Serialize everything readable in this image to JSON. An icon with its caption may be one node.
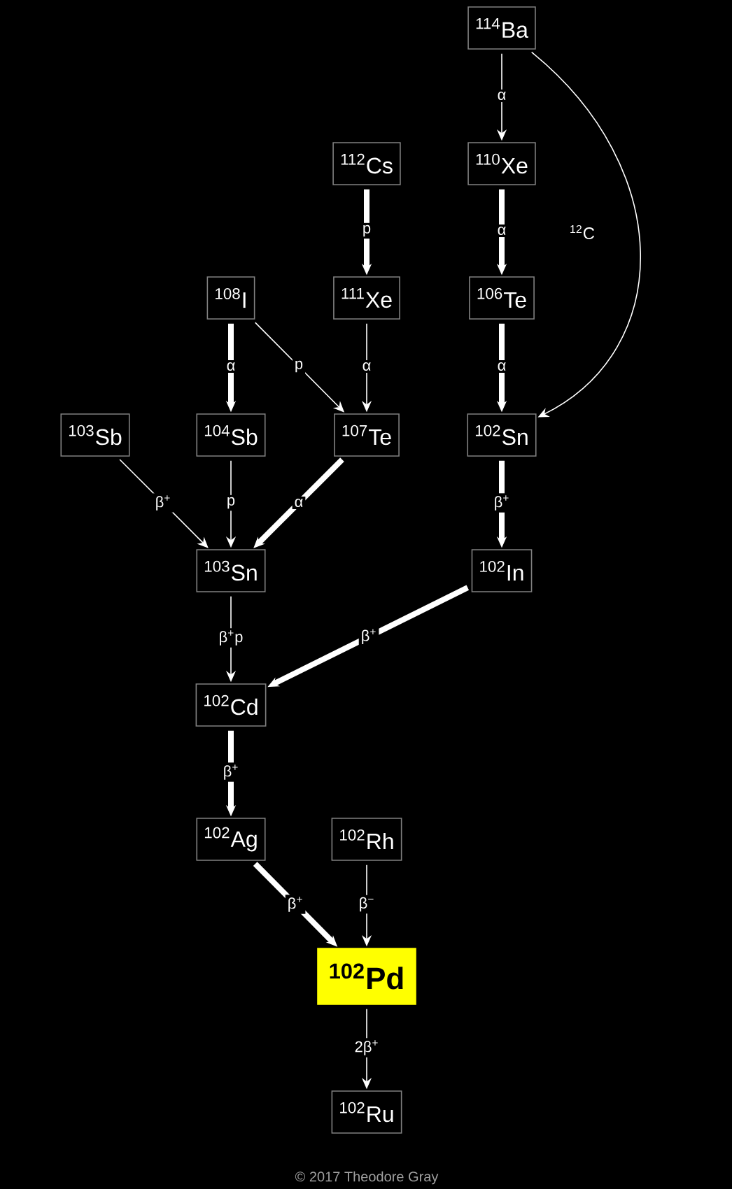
{
  "diagram": {
    "nodes": [
      {
        "text": [
          "$^{114}$Ba"
        ]
      },
      {
        "text": [
          "$^{112}$Cs"
        ]
      },
      {
        "text": [
          "$^{110}$Xe"
        ]
      },
      {
        "text": [
          "$^{108}$I"
        ]
      },
      {
        "text": [
          "$^{111}$Xe"
        ]
      },
      {
        "text": [
          "$^{106}$Te"
        ]
      },
      {
        "text": [
          "$^{103}$Sb"
        ]
      },
      {
        "text": [
          "$^{104}$Sb"
        ]
      },
      {
        "text": [
          "$^{107}$Te"
        ]
      },
      {
        "text": [
          "$^{102}$Sn"
        ]
      },
      {
        "text": [
          "$^{103}$Sn"
        ]
      },
      {
        "text": [
          "$^{102}$In"
        ]
      },
      {
        "text": [
          "$^{102}$Cd"
        ]
      },
      {
        "text": [
          "$^{102}$Ag"
        ]
      },
      {
        "text": [
          "$^{102}$Rh"
        ]
      },
      {
        "text": [
          "$^{102}$Pd"
        ]
      },
      {
        "text": [
          "$^{102}$Ru"
        ]
      }
    ],
    "edges": [
      {
        "from": 0,
        "to": 2,
        "arrow": "to",
        "label": "α"
      },
      {
        "from": 0,
        "to": 9,
        "arrow": "to",
        "label": "$^{12}$C"
      },
      {
        "from": 1,
        "to": 4,
        "arrow": "to",
        "label": "p",
        "style": "thick"
      },
      {
        "from": 2,
        "to": 5,
        "arrow": "to",
        "label": "α",
        "style": "thick"
      },
      {
        "from": 3,
        "to": 7,
        "arrow": "to",
        "label": "α",
        "style": "thick"
      },
      {
        "from": 3,
        "to": 8,
        "arrow": "to",
        "label": "p"
      },
      {
        "from": 4,
        "to": 8,
        "arrow": "to",
        "label": "α"
      },
      {
        "from": 5,
        "to": 9,
        "arrow": "to",
        "label": "α",
        "style": "thick"
      },
      {
        "from": 6,
        "to": 10,
        "arrow": "to",
        "label": "β$^{+}$"
      },
      {
        "from": 7,
        "to": 10,
        "arrow": "to",
        "label": "p"
      },
      {
        "from": 8,
        "to": 10,
        "arrow": "to",
        "label": "α",
        "style": "thick"
      },
      {
        "from": 9,
        "to": 11,
        "arrow": "to",
        "label": "β$^{+}$",
        "style": "thick"
      },
      {
        "from": 10,
        "to": 12,
        "arrow": "to",
        "label": "β$^{+}$p"
      },
      {
        "from": 11,
        "to": 12,
        "arrow": "to",
        "label": "β$^{+}$",
        "style": "thick"
      },
      {
        "from": 12,
        "to": 13,
        "arrow": "to",
        "label": "β$^{+}$",
        "style": "thick"
      },
      {
        "from": 13,
        "to": 15,
        "arrow": "to",
        "label": "β$^{+}$",
        "style": "thick"
      },
      {
        "from": 14,
        "to": 15,
        "arrow": "to",
        "label": "β$^{−}$"
      },
      {
        "from": 15,
        "to": 16,
        "arrow": "to",
        "label": "2β$^{+}$"
      }
    ],
    "labels": [
      "© 2017 Theodore Gray"
    ]
  }
}
